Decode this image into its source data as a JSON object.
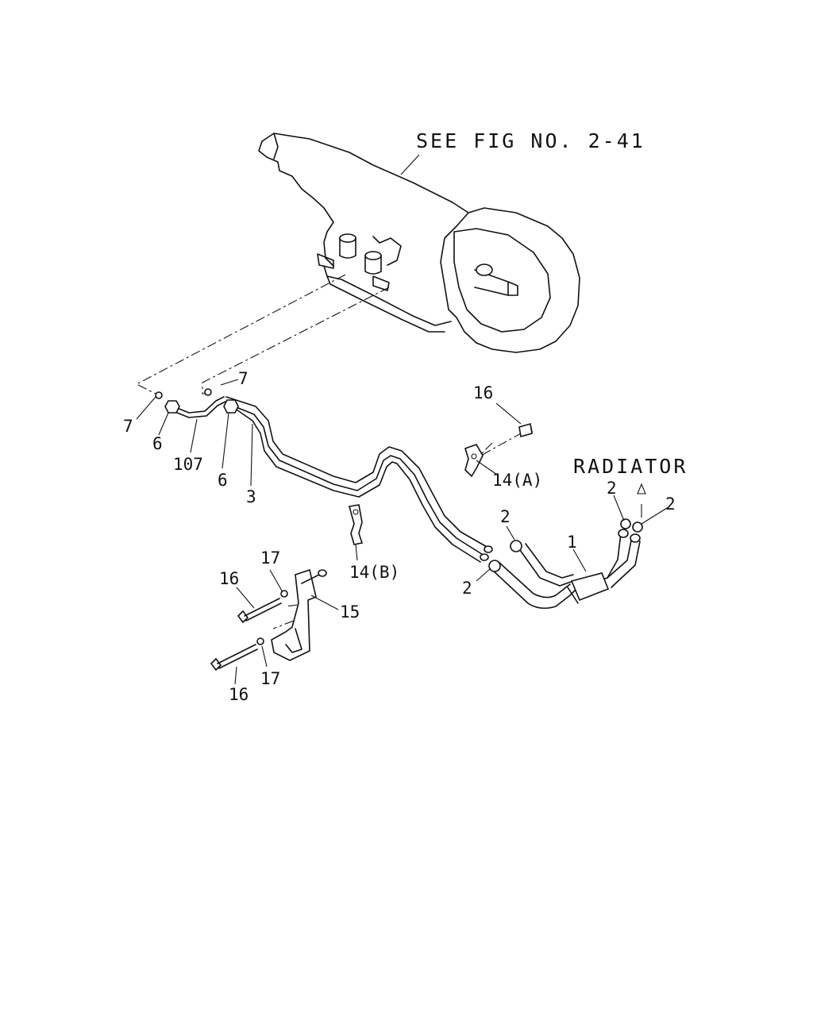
{
  "header": {
    "reference": "SEE FIG NO. 2-41"
  },
  "radiator_label": "RADIATOR",
  "callouts": {
    "c7_left": "7",
    "c7_top": "7",
    "c6_left": "6",
    "c107": "107",
    "c6_mid": "6",
    "c3": "3",
    "c16_top": "16",
    "c14a": "14(A)",
    "c14b": "14(B)",
    "c2_hose": "2",
    "c2_line": "2",
    "c1": "1",
    "c2_rad_left": "2",
    "c2_rad_right": "2",
    "c17_top": "17",
    "c16_mid": "16",
    "c15": "15",
    "c16_bottom": "16",
    "c17_bottom": "17"
  }
}
